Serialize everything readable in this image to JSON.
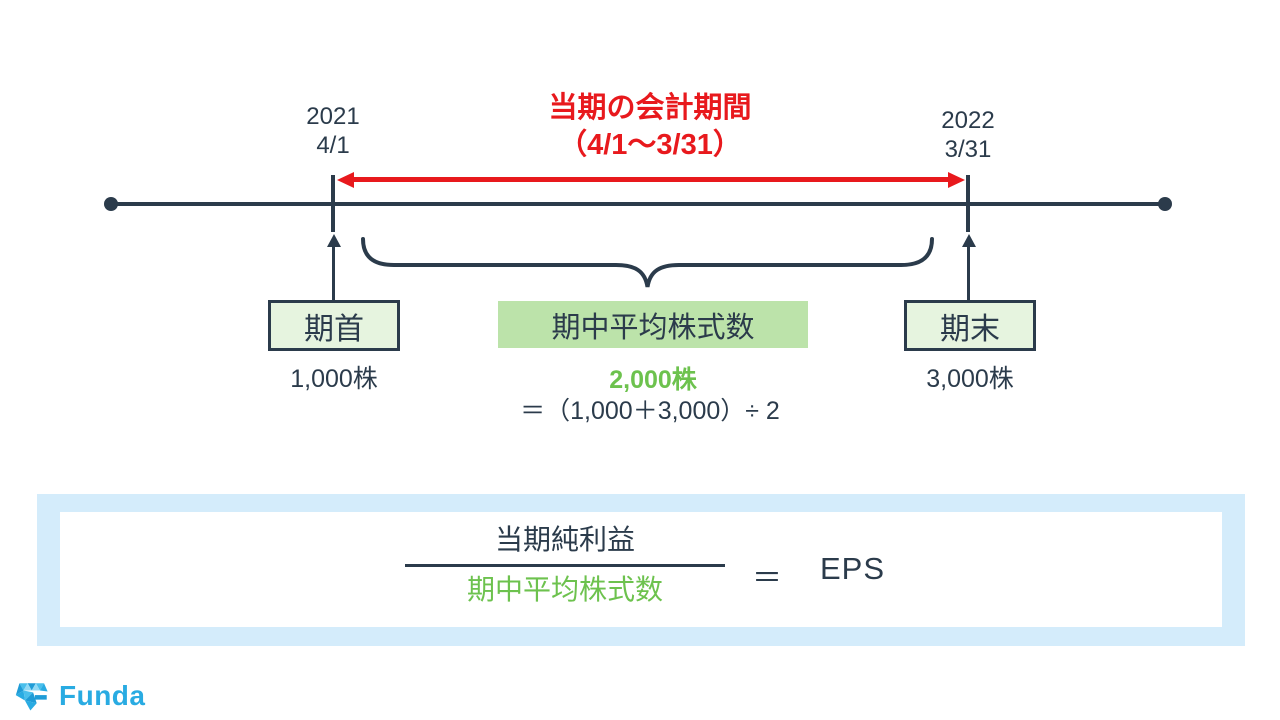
{
  "period_heading": {
    "line1": "当期の会計期間",
    "line2": "（4/1～3/31）"
  },
  "timeline": {
    "start": {
      "year": "2021",
      "date": "4/1"
    },
    "end": {
      "year": "2022",
      "date": "3/31"
    }
  },
  "start_box": {
    "label": "期首",
    "value": "1,000株"
  },
  "average_box": {
    "label": "期中平均株式数",
    "value": "2,000株",
    "formula": "＝（1,000＋3,000）÷ 2"
  },
  "end_box": {
    "label": "期末",
    "value": "3,000株"
  },
  "eps_formula": {
    "numerator": "当期純利益",
    "denominator": "期中平均株式数",
    "equals": "＝",
    "result": "EPS"
  },
  "footer": {
    "brand": "Funda"
  },
  "colors": {
    "navy": "#2b3b4b",
    "red": "#e8191d",
    "green_text": "#6dc24e",
    "green_highlight": "#bce3aa",
    "green_light": "#e6f4df",
    "blue_panel": "#d4ecfb",
    "brand_blue": "#29abe2"
  }
}
